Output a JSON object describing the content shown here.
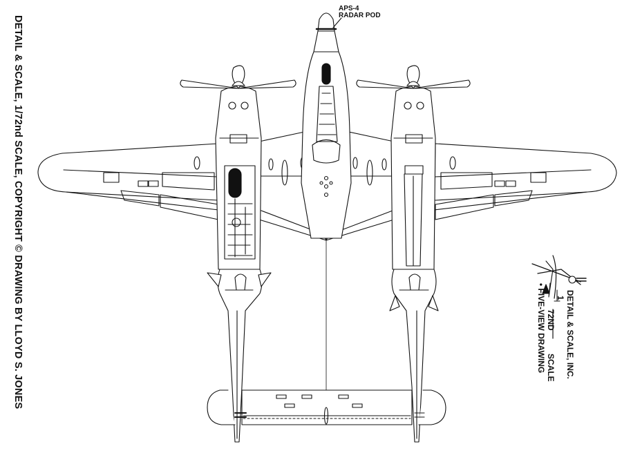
{
  "copyright": "DETAIL & SCALE, 1/72nd SCALE, COPYRIGHT © DRAWING BY LLOYD S. JONES",
  "callout": {
    "line1": "APS-4",
    "line2": "RADAR POD"
  },
  "logo": {
    "company": "DETAIL & SCALE, INC.",
    "scale_number": "1",
    "scale_denominator": "72ND",
    "scale_word": "SCALE",
    "drawing_type": "• FIVE-VIEW DRAWING"
  }
}
